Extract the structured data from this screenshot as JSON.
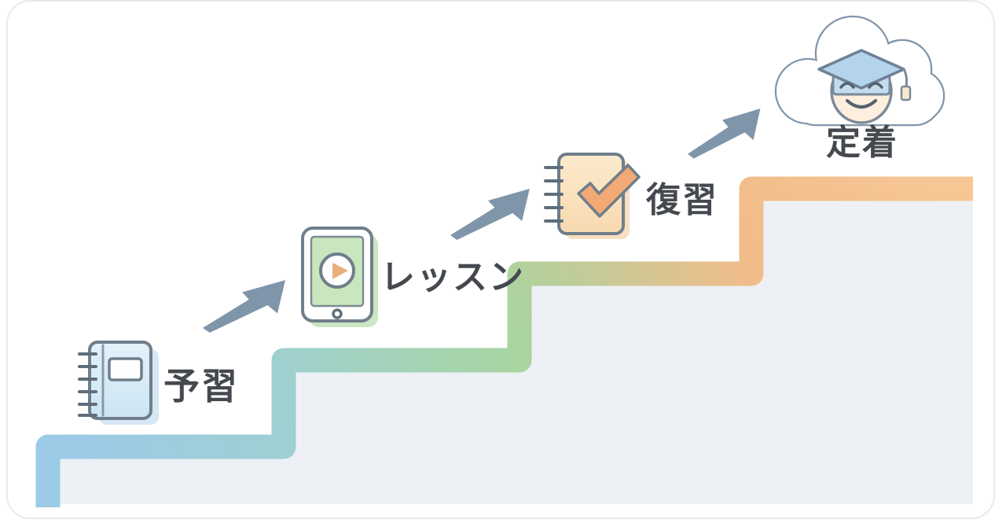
{
  "diagram": {
    "type": "staircase-learning-cycle",
    "steps": [
      {
        "label": "予習",
        "icon": "notebook-icon",
        "accent": "#9ccbe8"
      },
      {
        "label": "レッスン",
        "icon": "tablet-video-icon",
        "accent": "#a8d5a0"
      },
      {
        "label": "復習",
        "icon": "checklist-icon",
        "accent": "#f1bc8a"
      },
      {
        "label": "定着",
        "icon": "graduate-cloud-icon",
        "accent": "#f6c795"
      }
    ],
    "connectors": {
      "count": 3,
      "style": "up-right-arrow",
      "color": "#7f95a9"
    },
    "colors": {
      "stair_blue": "#9ccbe8",
      "stair_teal": "#9ed0d2",
      "stair_green": "#a8d5a0",
      "stair_orange": "#f1bc8a",
      "stair_orange_end": "#f6c795",
      "stair_interior": "#edf1f5",
      "arrow": "#7f95a9",
      "label_text": "#45494f",
      "icon_outline": "#6f7e8a",
      "cloud_outline": "#8397ab",
      "face_skin": "#fdeedd",
      "cap_blue": "#b4d3ec"
    }
  }
}
